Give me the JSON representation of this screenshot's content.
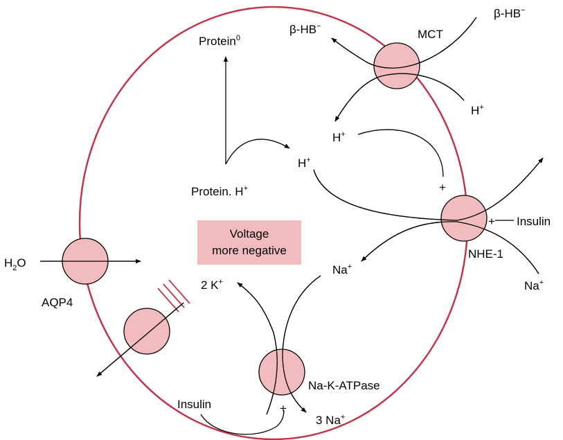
{
  "labels": {
    "bhb_out": "β-HB",
    "bhb_out_sup": "−",
    "bhb_in": "β-HB",
    "bhb_in_sup": "−",
    "mct": "MCT",
    "protein0": "Protein",
    "protein0_sup": "0",
    "h_mct": "H",
    "h_mct_sup": "+",
    "h_top": "H",
    "h_top_sup": "+",
    "h_mid": "H",
    "h_mid_sup": "+",
    "protein_h": "Protein. H",
    "protein_h_sup": "+",
    "plus_nhe": "+",
    "insulin_nhe": "Insulin",
    "nhe1": "NHE-1",
    "na_nhe_in": "Na",
    "na_nhe_in_sup": "+",
    "na_nhe_out": "Na",
    "na_nhe_out_sup": "+",
    "voltage_line1": "Voltage",
    "voltage_line2": "more negative",
    "h2o": "H",
    "h2o_sub": "2",
    "h2o_tail": "O",
    "aqp4": "AQP4",
    "k2": "2 K",
    "k2_sup": "+",
    "na_k_atpase": "Na-K-ATPase",
    "insulin_atpase": "Insulin",
    "plus_atpase": "+",
    "na3": "3 Na",
    "na3_sup": "+"
  },
  "colors": {
    "membrane": "#c0364a",
    "channel_fill": "#f2bcbf",
    "voltage_box": "#f2bcbf"
  }
}
